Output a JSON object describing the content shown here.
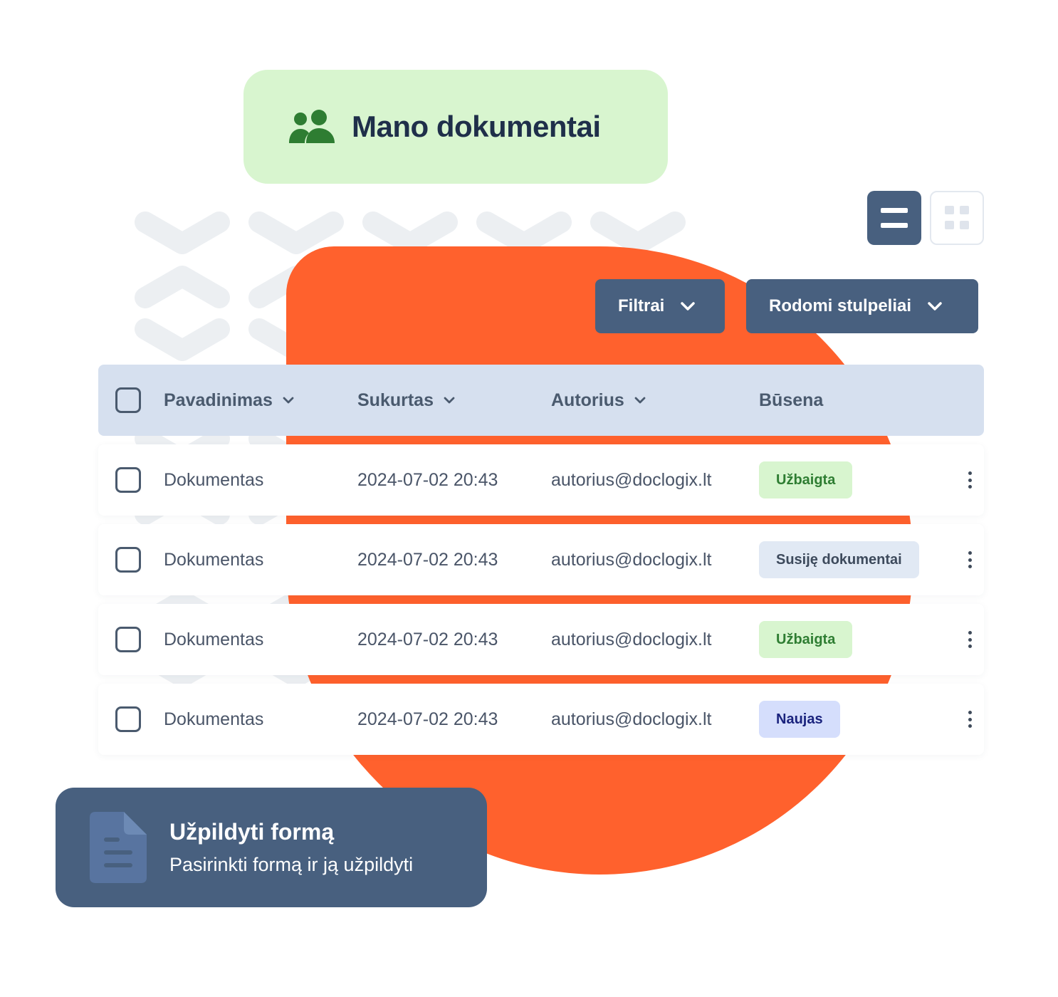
{
  "colors": {
    "accent_orange": "#ff612d",
    "primary_slate": "#48607f",
    "title_card_bg": "#d8f5cf",
    "title_icon_green": "#2e7d32",
    "header_row_bg": "#d6e0ef",
    "chevron_deco": "#eceff2"
  },
  "header": {
    "title": "Mano dokumentai",
    "icon": "users-icon"
  },
  "view_toggle": {
    "list_icon": "list-view-icon",
    "grid_icon": "grid-view-icon",
    "active": "list"
  },
  "toolbar": {
    "filters_label": "Filtrai",
    "columns_label": "Rodomi stulpeliai"
  },
  "table": {
    "columns": [
      {
        "label": "Pavadinimas",
        "sortable": true
      },
      {
        "label": "Sukurtas",
        "sortable": true
      },
      {
        "label": "Autorius",
        "sortable": true
      },
      {
        "label": "Būsena",
        "sortable": false
      }
    ],
    "rows": [
      {
        "name": "Dokumentas",
        "created": "2024-07-02 20:43",
        "author": "autorius@doclogix.lt",
        "status": "Užbaigta",
        "status_bg": "#d8f5cf",
        "status_color": "#2e7d32"
      },
      {
        "name": "Dokumentas",
        "created": "2024-07-02 20:43",
        "author": "autorius@doclogix.lt",
        "status": "Susiję dokumentai",
        "status_bg": "#e1e9f4",
        "status_color": "#3d4a5c"
      },
      {
        "name": "Dokumentas",
        "created": "2024-07-02 20:43",
        "author": "autorius@doclogix.lt",
        "status": "Užbaigta",
        "status_bg": "#d8f5cf",
        "status_color": "#2e7d32"
      },
      {
        "name": "Dokumentas",
        "created": "2024-07-02 20:43",
        "author": "autorius@doclogix.lt",
        "status": "Naujas",
        "status_bg": "#d5defc",
        "status_color": "#1a237e"
      }
    ]
  },
  "form_card": {
    "title": "Užpildyti formą",
    "subtitle": "Pasirinkti formą ir ją užpildyti",
    "icon": "document-icon"
  }
}
